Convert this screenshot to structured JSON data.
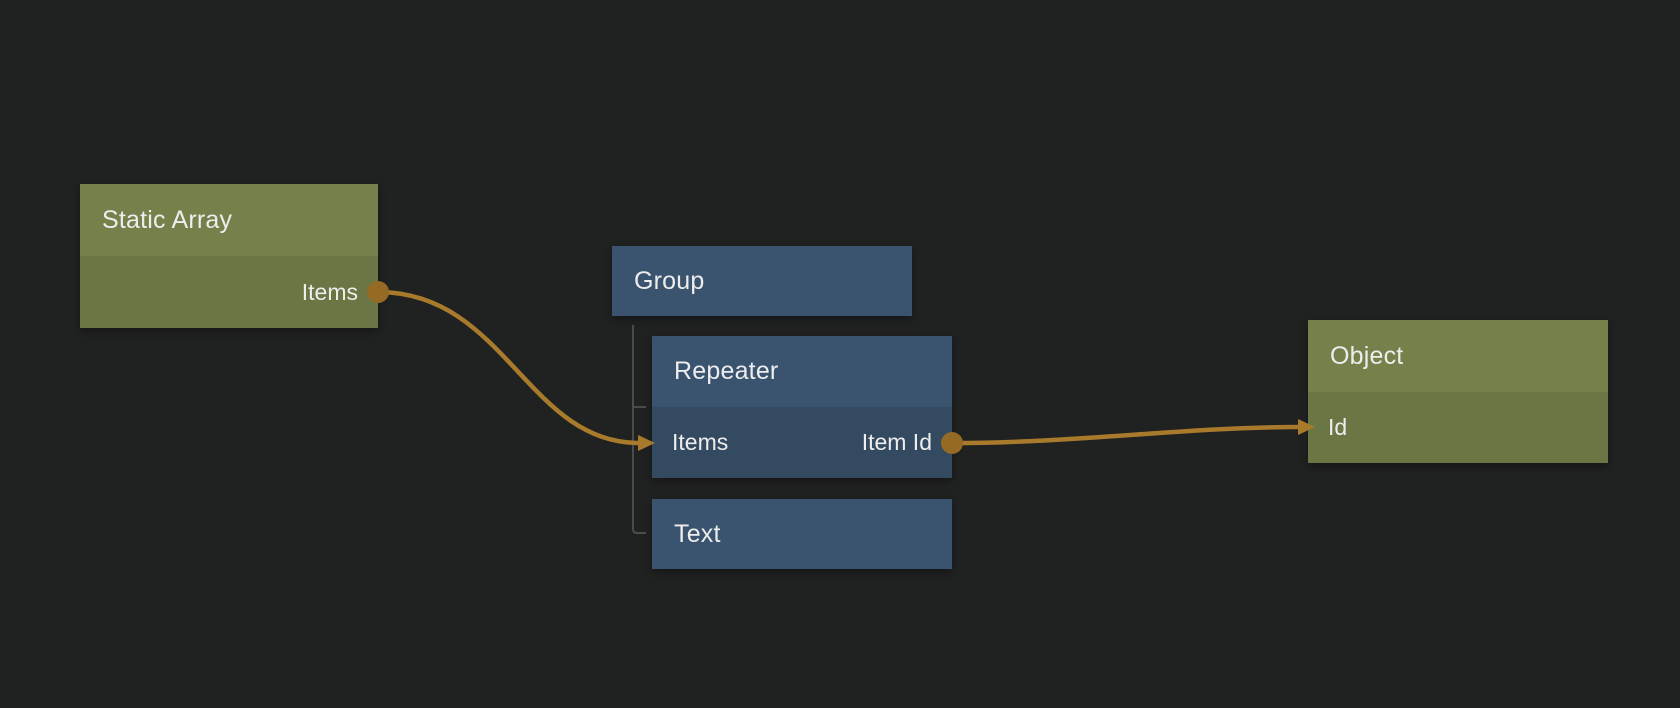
{
  "editor": {
    "type": "node-graph-editor",
    "background_color": "#202121"
  },
  "theme": {
    "background": "#202121",
    "green_header": "#75814a",
    "green_body": "#6a7744",
    "blue_header": "#3a536e",
    "blue_body": "#344a60",
    "wire_color": "#a87a2b",
    "port_color": "#956a24",
    "tree_line_color": "#4b4b4b",
    "text_color": "#ededed"
  },
  "nodes": [
    {
      "id": "static-array",
      "title": "Static Array",
      "color": "green",
      "ports": [
        {
          "name": "Items",
          "direction": "output"
        }
      ]
    },
    {
      "id": "group",
      "title": "Group",
      "color": "blue",
      "ports": []
    },
    {
      "id": "repeater",
      "title": "Repeater",
      "color": "blue",
      "parent": "Group",
      "ports": [
        {
          "name": "Items",
          "direction": "input"
        },
        {
          "name": "Item Id",
          "direction": "output"
        }
      ]
    },
    {
      "id": "text",
      "title": "Text",
      "color": "blue",
      "parent": "Group",
      "ports": []
    },
    {
      "id": "object",
      "title": "Object",
      "color": "green",
      "ports": [
        {
          "name": "Id",
          "direction": "input"
        }
      ]
    }
  ],
  "connections": [
    {
      "from": "Static Array.Items",
      "to": "Repeater.Items"
    },
    {
      "from": "Repeater.Item Id",
      "to": "Object.Id"
    }
  ]
}
